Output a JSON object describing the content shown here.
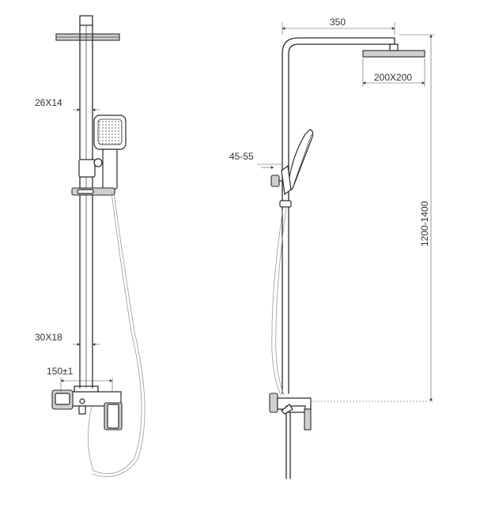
{
  "dimensions": {
    "handshower_size": "26X14",
    "column_size": "30X18",
    "mixer_spacing": "150±1",
    "arm_length": "350",
    "rain_head_size": "200X200",
    "handshower_angle": "45-55",
    "height_range": "1200-1400"
  },
  "colors": {
    "line": "#2b2b2b",
    "dimension": "#555555",
    "hose": "#9a9a9a"
  }
}
